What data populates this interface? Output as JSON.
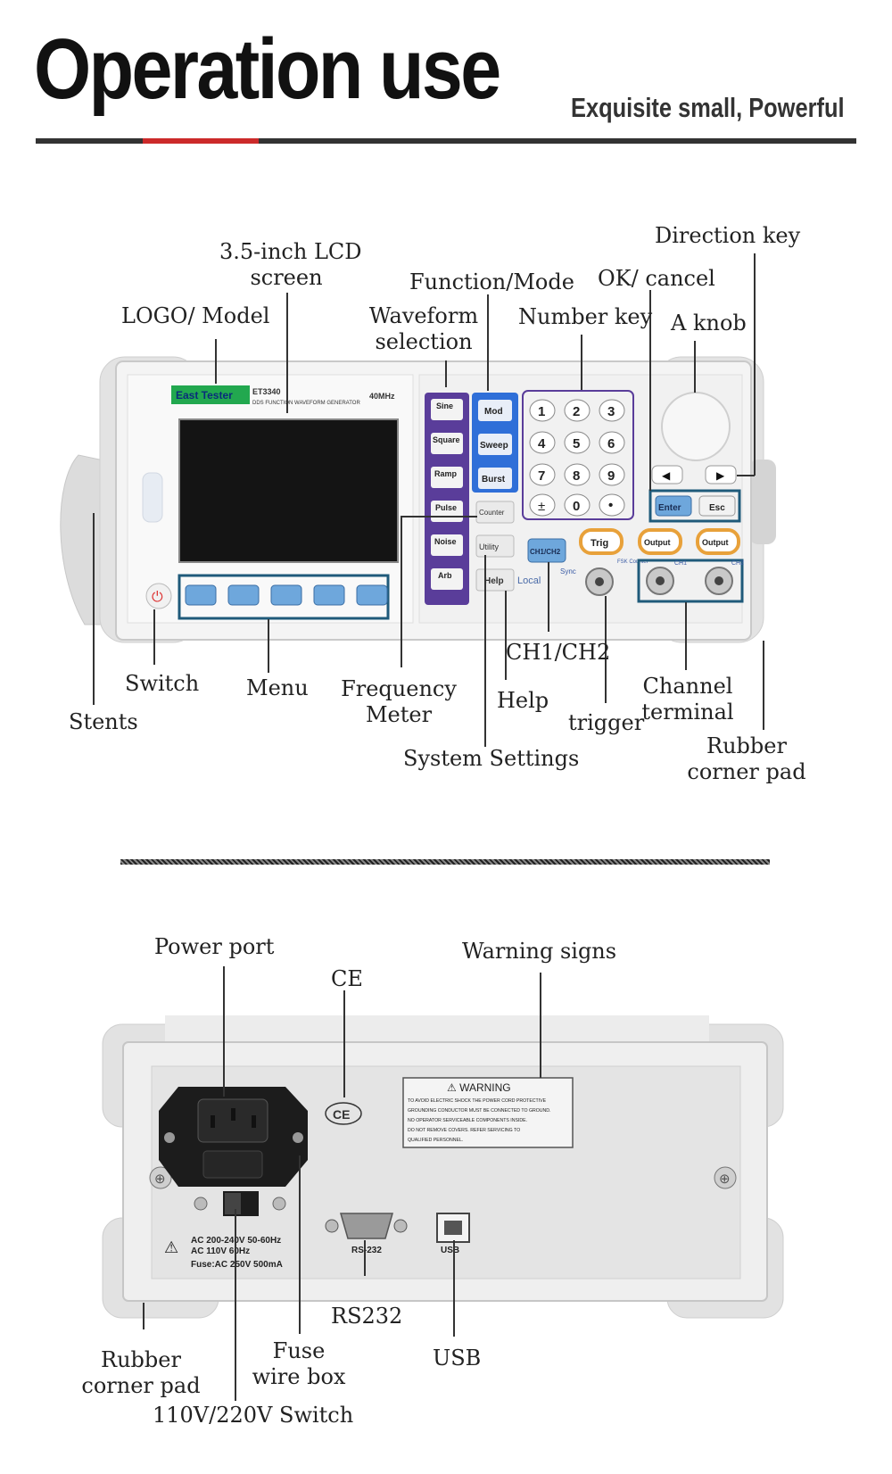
{
  "header": {
    "title": "Operation use",
    "subtitle": "Exquisite small, Powerful"
  },
  "front_panel": {
    "callouts": {
      "lcd_screen_line1": "3.5-inch LCD",
      "lcd_screen_line2": "screen",
      "logo_model": "LOGO/ Model",
      "waveform_selection_line1": "Waveform",
      "waveform_selection_line2": "selection",
      "function_mode": "Function/Mode",
      "number_key": "Number key",
      "ok_cancel": "OK/ cancel",
      "direction_key": "Direction key",
      "a_knob": "A knob",
      "switch": "Switch",
      "menu": "Menu",
      "stents": "Stents",
      "frequency_meter_line1": "Frequency",
      "frequency_meter_line2": "Meter",
      "ch1_ch2": "CH1/CH2",
      "help": "Help",
      "trigger": "trigger",
      "channel_terminal_line1": "Channel",
      "channel_terminal_line2": "terminal",
      "rubber_corner_pad_line1": "Rubber",
      "rubber_corner_pad_line2": "corner pad",
      "system_settings": "System Settings"
    },
    "device": {
      "brand": "East Tester",
      "model": "ET3340",
      "description": "DDS FUNCTION WAVEFORM GENERATOR",
      "frequency": "40MHz",
      "wave_keys": [
        "Sine",
        "Square",
        "Ramp",
        "Pulse",
        "Noise",
        "Arb"
      ],
      "mode_keys": [
        "Mod",
        "Sweep",
        "Burst"
      ],
      "aux_keys": [
        "Counter",
        "Utility",
        "Help"
      ],
      "local_label": "Local",
      "ch_key": "CH1/CH2",
      "sync_label": "Sync",
      "fsk_label": "FSK Counter",
      "ch1_label": "CH1",
      "ch2_label": "CH2",
      "number_keys": [
        "1",
        "2",
        "3",
        "4",
        "5",
        "6",
        "7",
        "8",
        "9",
        "±",
        "0",
        "•"
      ],
      "enter_key": "Enter",
      "esc_key": "Esc",
      "trig_key": "Trig",
      "output_key": "Output"
    }
  },
  "rear_panel": {
    "callouts": {
      "power_port": "Power port",
      "ce": "CE",
      "warning_signs": "Warning signs",
      "rs232": "RS232",
      "usb": "USB",
      "rubber_corner_pad_line1": "Rubber",
      "rubber_corner_pad_line2": "corner pad",
      "fuse_wire_box_line1": "Fuse",
      "fuse_wire_box_line2": "wire box",
      "voltage_switch": "110V/220V Switch"
    },
    "device": {
      "warning_title": "⚠ WARNING",
      "warning_lines": [
        "TO AVOID ELECTRIC SHOCK THE POWER CORD PROTECTIVE",
        "GROUNDING CONDUCTOR MUST BE CONNECTED TO GROUND.",
        "NO OPERATOR SERVICEABLE COMPONENTS INSIDE.",
        "DO NOT REMOVE COVERS. REFER SERVICING TO",
        "QUALIFIED PERSONNEL."
      ],
      "ce_mark": "CE",
      "power_spec_line1": "AC 200-240V 50-60Hz",
      "power_spec_line2": "AC 110V   60Hz",
      "fuse_spec": "Fuse:AC 250V 500mA",
      "rs232_port_label": "RS-232",
      "usb_port_label": "USB"
    }
  },
  "colors": {
    "accent_red": "#cc2a2a",
    "panel_purple": "#5a3d9a",
    "panel_blue": "#2f6fd8",
    "callout_box": "#1f5a7a",
    "output_orange": "#e8a13a"
  }
}
